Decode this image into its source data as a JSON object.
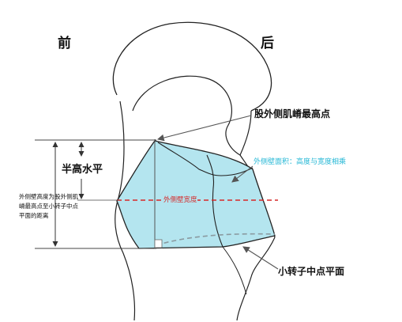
{
  "labels": {
    "anterior": "前",
    "posterior": "后",
    "crest_highest_point": "股外侧肌嵴最高点",
    "half_height_level": "半高水平",
    "wall_height_definition": "外侧壁高度为股外侧肌嵴最高点至小转子中点平面的距离",
    "wall_area": "外侧壁面积：高度与宽度相乘",
    "wall_width": "外侧壁宽度",
    "lesser_trochanter_plane": "小转子中点平面"
  },
  "colors": {
    "region_fill": "#b4e5ef",
    "width_line": "#d62828",
    "area_text": "#27b8d6",
    "outline": "#222222"
  }
}
